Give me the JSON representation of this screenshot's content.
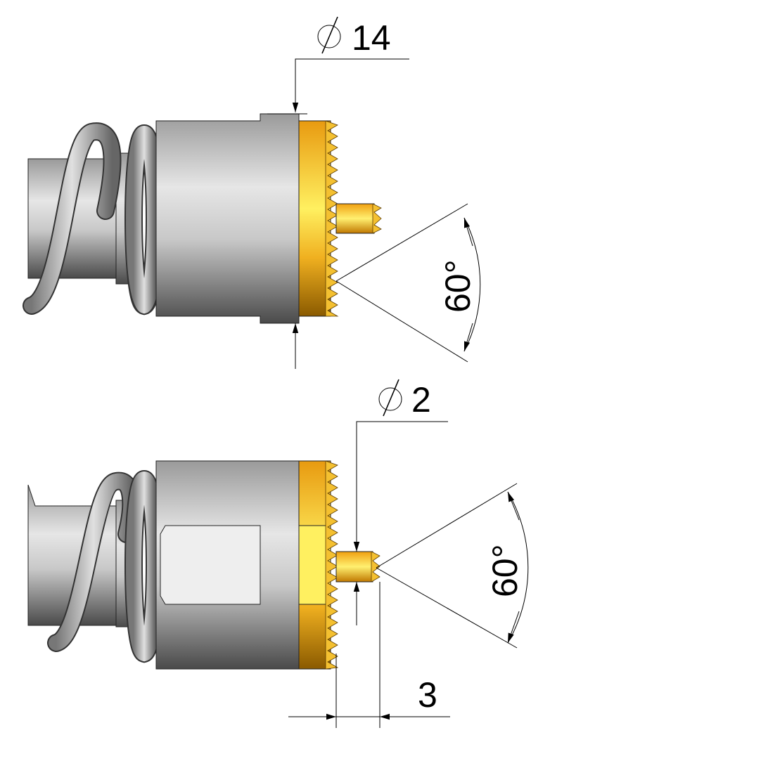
{
  "views": {
    "top": {
      "diameter_dim": {
        "symbol": "⌀",
        "value": "14"
      },
      "angle_dim": {
        "value": "60°"
      }
    },
    "bottom": {
      "diameter_dim": {
        "symbol": "⌀",
        "value": "2"
      },
      "angle_dim": {
        "value": "60°"
      },
      "length_dim": {
        "value": "3"
      }
    }
  },
  "colors": {
    "steel": "#c8c8c8",
    "gold": "#f0b020",
    "yellow": "#ffee55"
  }
}
